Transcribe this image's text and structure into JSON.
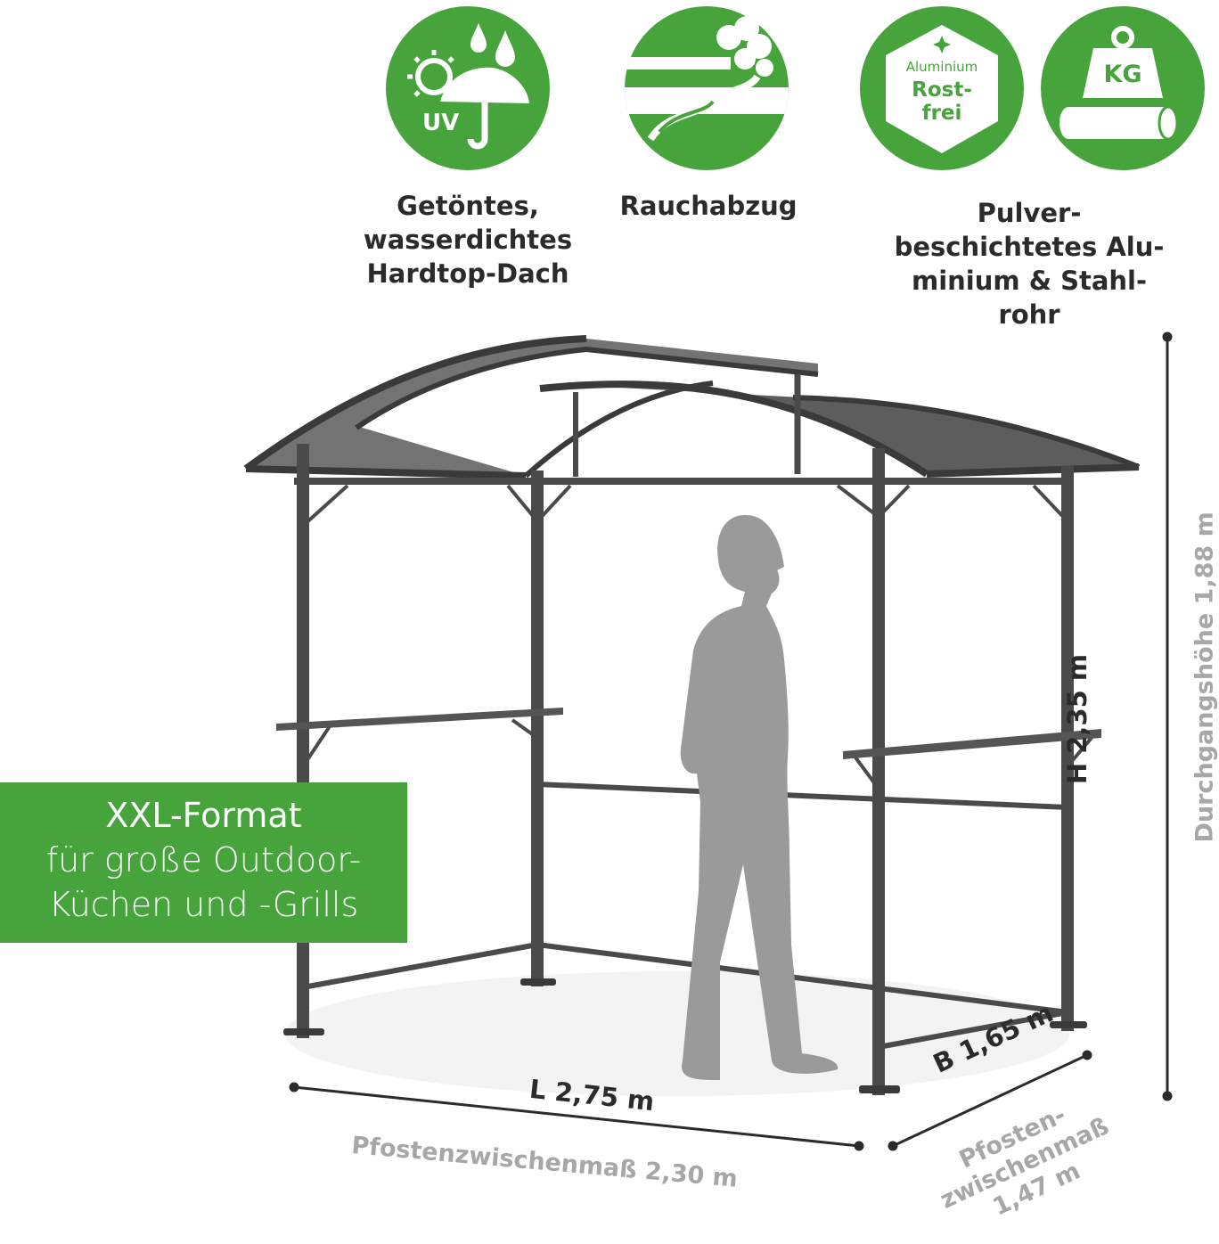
{
  "colors": {
    "brand_green": "#47a43c",
    "dark_text": "#2b2b2b",
    "grey_text": "#a7a7a7",
    "frame": "#4a4a4a",
    "silhouette": "#9a9a9a"
  },
  "icons": [
    {
      "name": "uv-rain-umbrella-icon",
      "text": "UV"
    },
    {
      "name": "smoke-vent-icon",
      "text": ""
    },
    {
      "name": "rustfree-aluminium-icon",
      "text_top": "Aluminium",
      "text_main_1": "Rost-",
      "text_main_2": "frei"
    },
    {
      "name": "weight-pipe-icon",
      "text": "KG"
    }
  ],
  "features": {
    "roof": {
      "line1": "Getöntes,",
      "line2": "wasserdichtes",
      "line3": "Hardtop-Dach"
    },
    "smoke": {
      "line1": "Rauchabzug"
    },
    "material": {
      "line1": "Pulver-",
      "line2": "beschichtetes Alu-",
      "line3": "minium & Stahl-",
      "line4": "rohr"
    }
  },
  "banner": {
    "line1": "XXL-Format",
    "line2": "für große Outdoor-",
    "line3": "Küchen und -Grills"
  },
  "dimensions": {
    "length": "L 2,75 m",
    "width": "B 1,65 m",
    "height": "H 2,35 m",
    "post_distance_length": "Pfostenzwischenmaß 2,30 m",
    "post_distance_width_1": "Pfosten-",
    "post_distance_width_2": "zwischenmaß",
    "post_distance_width_3": "1,47 m",
    "clearance_height": "Durchgangshöhe 1,88 m"
  }
}
